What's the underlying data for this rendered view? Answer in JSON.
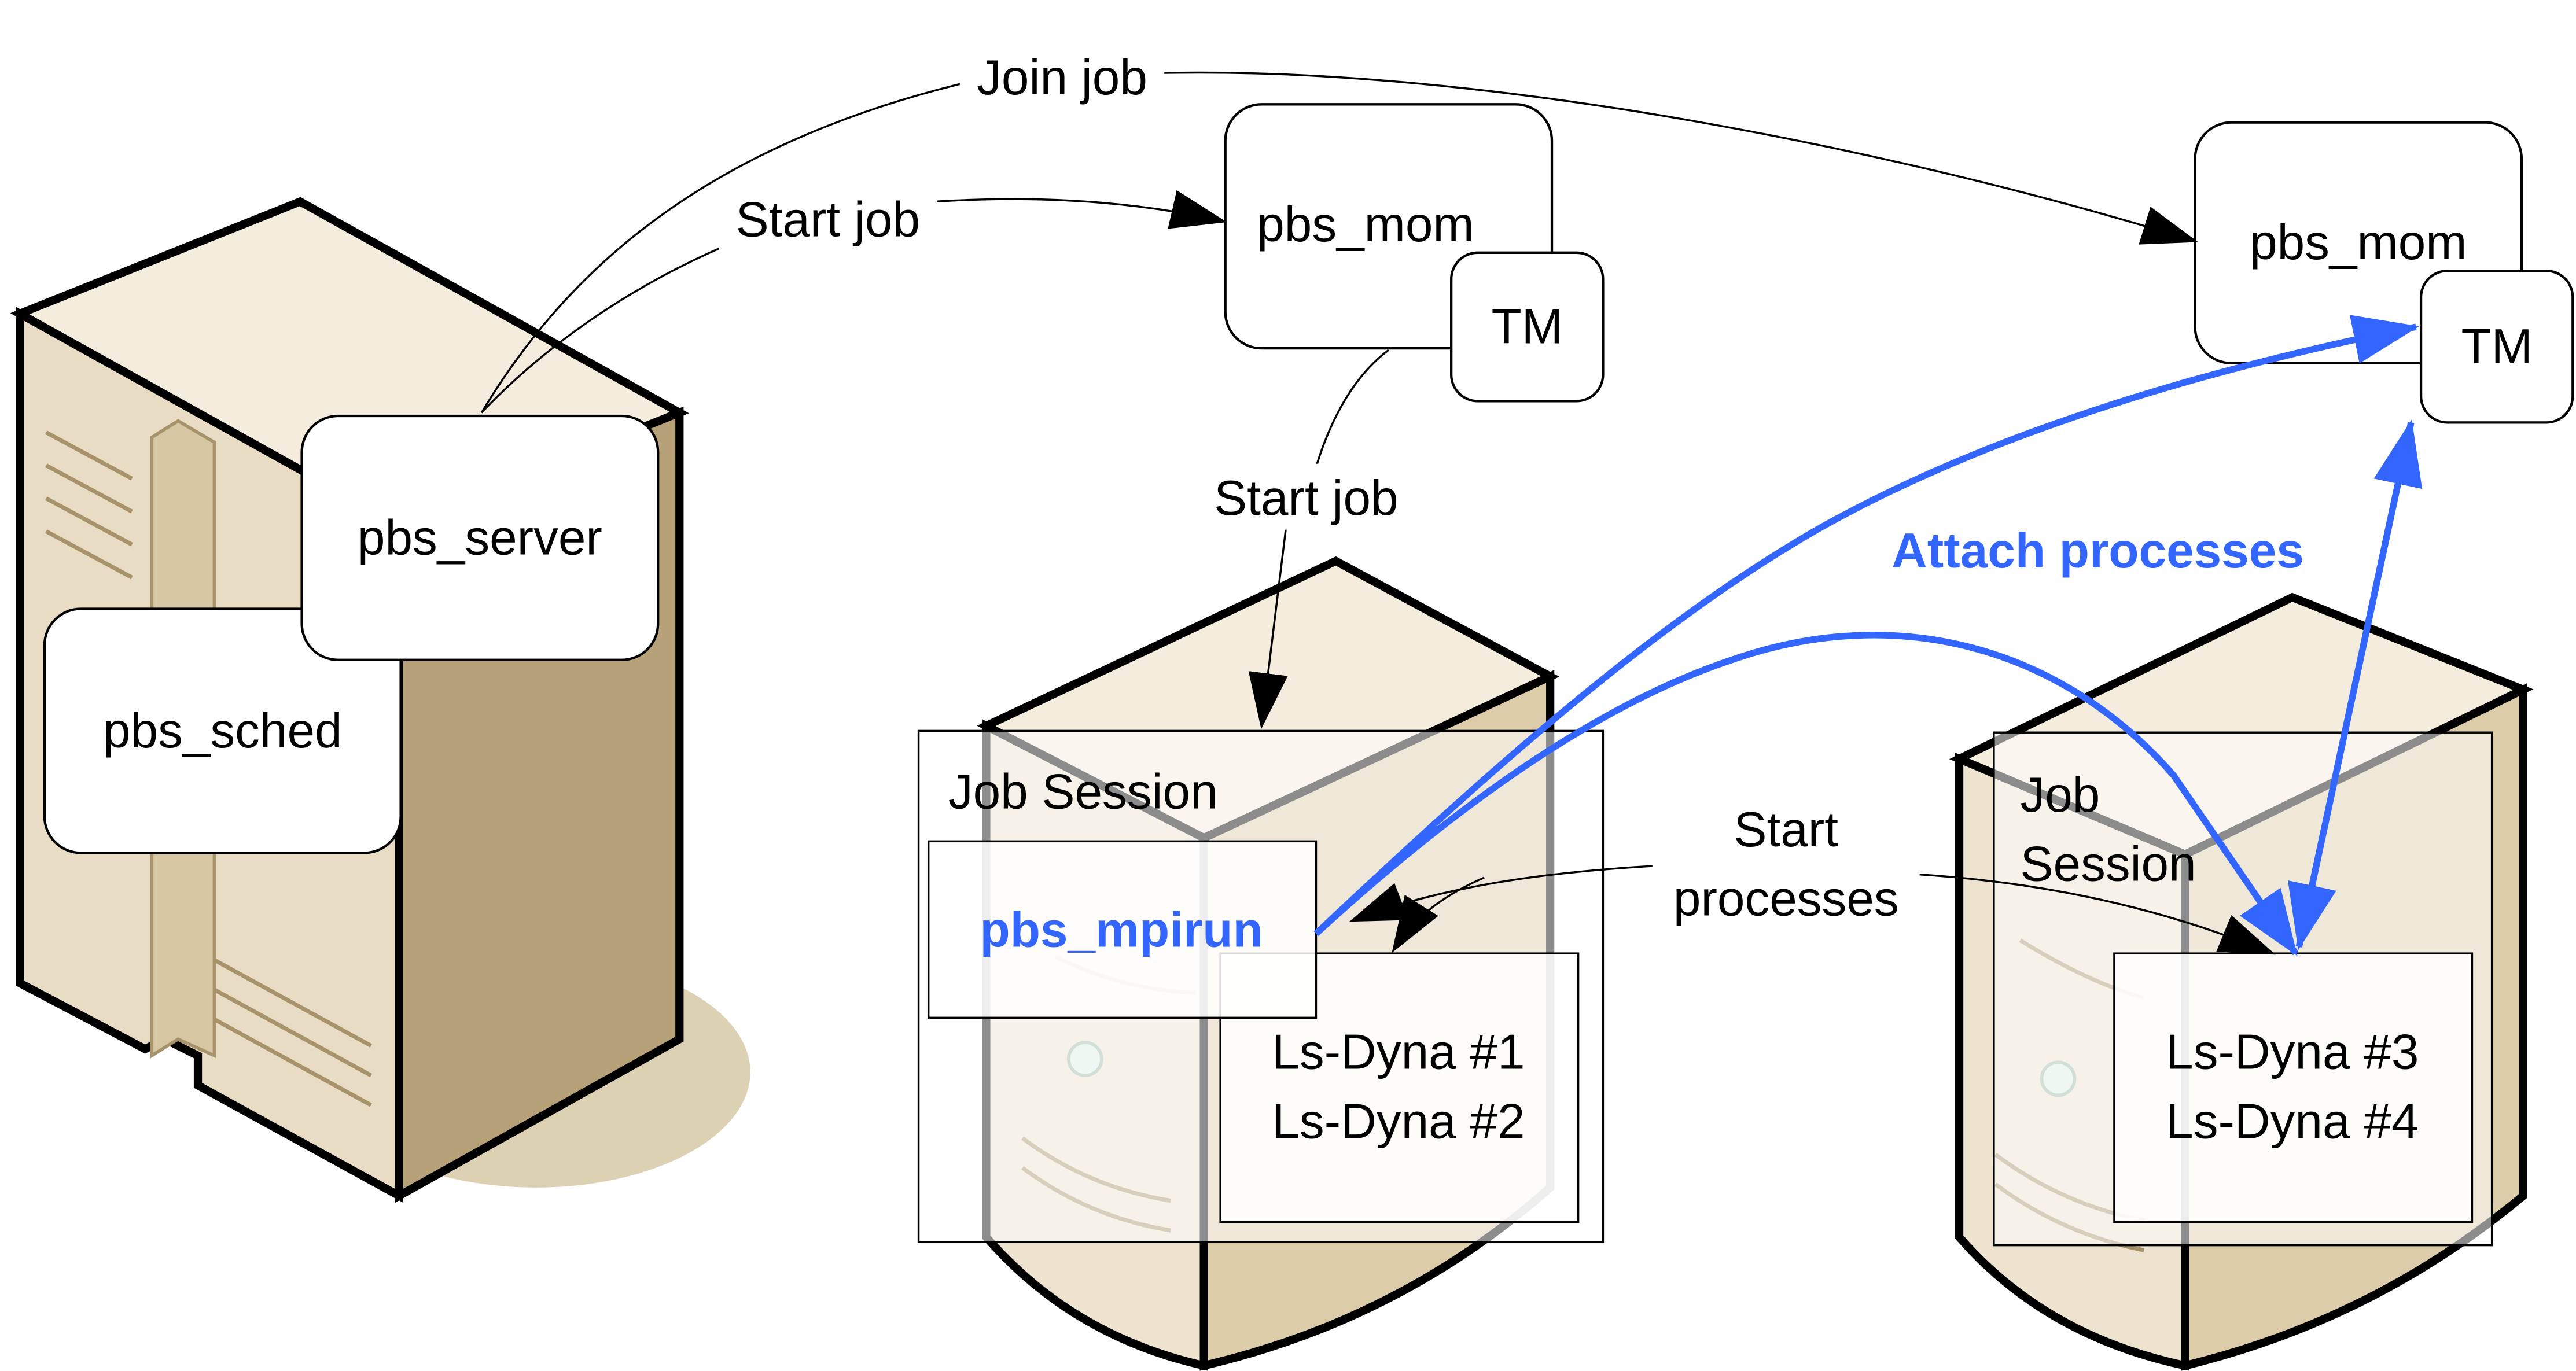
{
  "colors": {
    "accent_blue": "#3366ff",
    "server_light": "#efe3cc",
    "server_mid": "#dccca9",
    "server_dark": "#b8a27a",
    "shadow": "#ddd1b4",
    "outline": "#000000",
    "box_fill": "#ffffff"
  },
  "nodes": {
    "pbs_server": "pbs_server",
    "pbs_sched": "pbs_sched",
    "pbs_mom_1": "pbs_mom",
    "tm_1": "TM",
    "pbs_mom_2": "pbs_mom",
    "tm_2": "TM",
    "job_session_1": "Job Session",
    "job_session_2_line1": "Job",
    "job_session_2_line2": "Session",
    "pbs_mpirun": "pbs_mpirun",
    "lsdyna_1": "Ls-Dyna #1",
    "lsdyna_2": "Ls-Dyna #2",
    "lsdyna_3": "Ls-Dyna #3",
    "lsdyna_4": "Ls-Dyna #4"
  },
  "edges": {
    "join_job": "Join job",
    "start_job_1": "Start job",
    "start_job_2": "Start job",
    "start_processes_line1": "Start",
    "start_processes_line2": "processes",
    "attach_processes": "Attach processes"
  },
  "icons": {
    "server_left": "server-tower-icon",
    "server_middle": "server-tower-icon",
    "server_right": "server-tower-icon"
  }
}
